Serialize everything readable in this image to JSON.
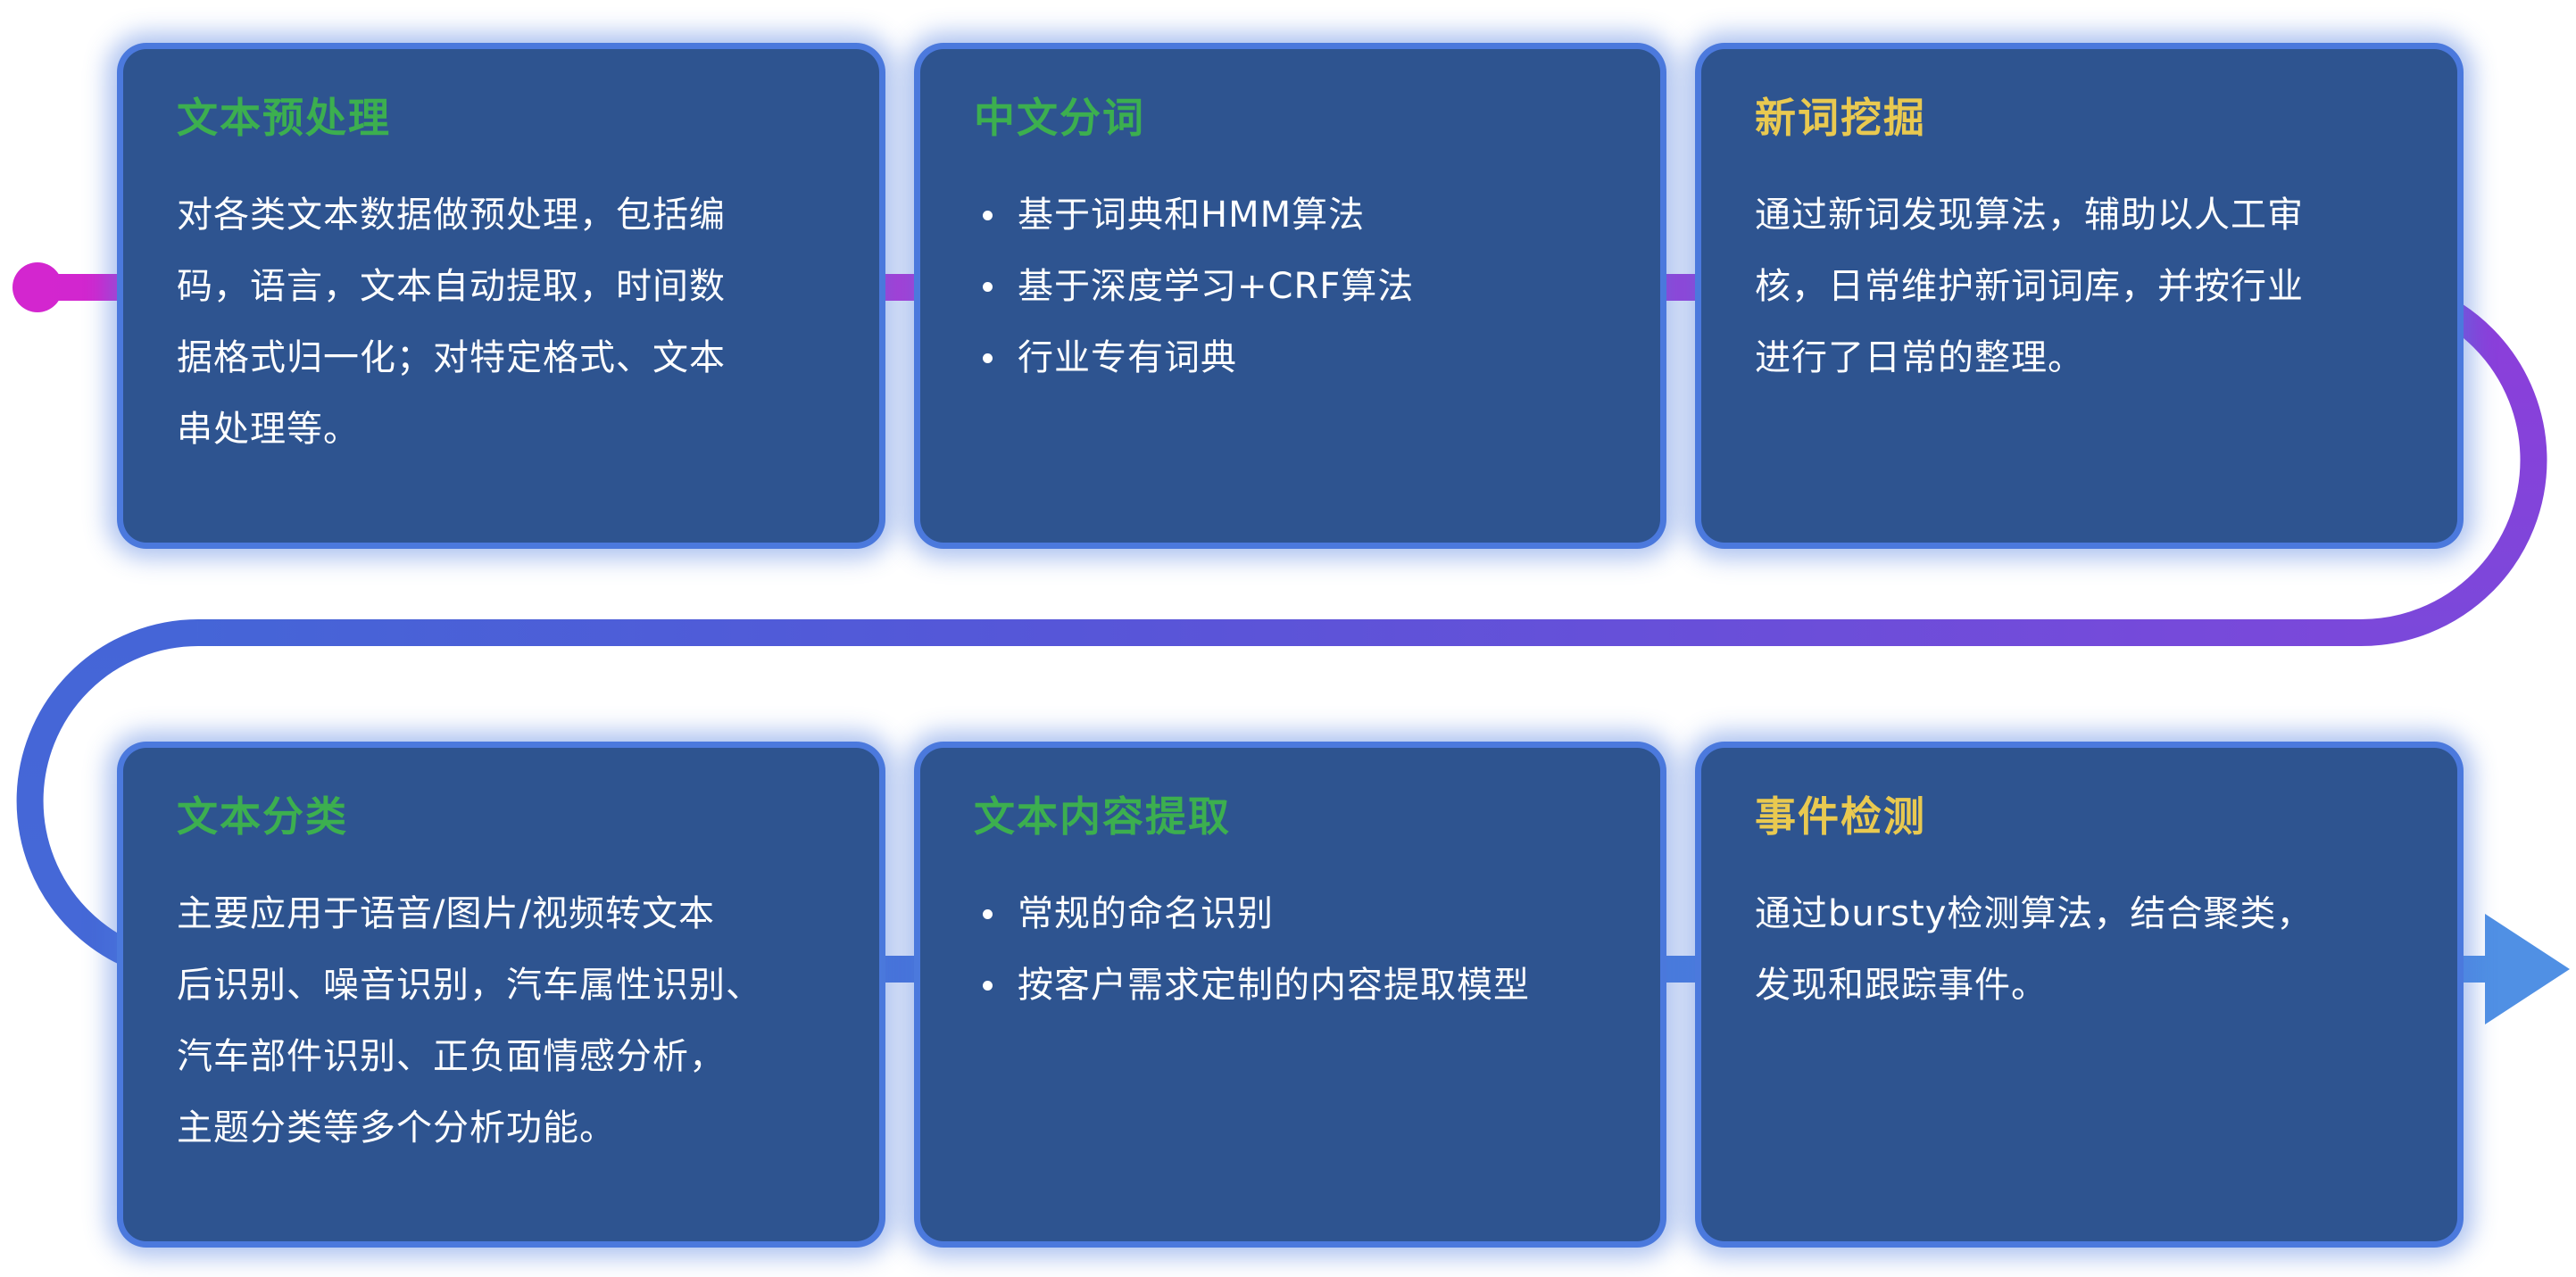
{
  "diagram": {
    "cards": [
      {
        "title": "文本预处理",
        "title_color": "green",
        "body": "对各类文本数据做预处理，包括编\n码，语言，文本自动提取，时间数\n据格式归一化；对特定格式、文本\n串处理等。"
      },
      {
        "title": "中文分词",
        "title_color": "green",
        "bullets": [
          "基于词典和HMM算法",
          "基于深度学习+CRF算法",
          "行业专有词典"
        ]
      },
      {
        "title": "新词挖掘",
        "title_color": "yellow",
        "body": "通过新词发现算法，辅助以人工审\n核，日常维护新词词库，并按行业\n进行了日常的整理。"
      },
      {
        "title": "文本分类",
        "title_color": "green",
        "body": "主要应用于语音/图片/视频转文本\n后识别、噪音识别，汽车属性识别、\n汽车部件识别、正负面情感分析，\n主题分类等多个分析功能。"
      },
      {
        "title": "文本内容提取",
        "title_color": "green",
        "bullets": [
          "常规的命名识别",
          "按客户需求定制的内容提取模型"
        ]
      },
      {
        "title": "事件检测",
        "title_color": "yellow",
        "body": "通过bursty检测算法，结合聚类，\n发现和跟踪事件。"
      }
    ],
    "flow": {
      "start_icon": "flow-start-dot",
      "end_icon": "flow-arrow-icon",
      "direction": "left-to-right, snaking top row to bottom row"
    }
  },
  "colors": {
    "page-bg": "#ffffff",
    "card-bg": "#2e5490",
    "card-glow": "#4b79dd",
    "title-green": "#3caf4f",
    "title-yellow": "#e9c950",
    "body-text": "#ffffff",
    "line-magenta": "#d326cf",
    "line-purple": "#8e3dda",
    "line-blue": "#4565d7",
    "line-arrow-blue": "#5090e4"
  }
}
